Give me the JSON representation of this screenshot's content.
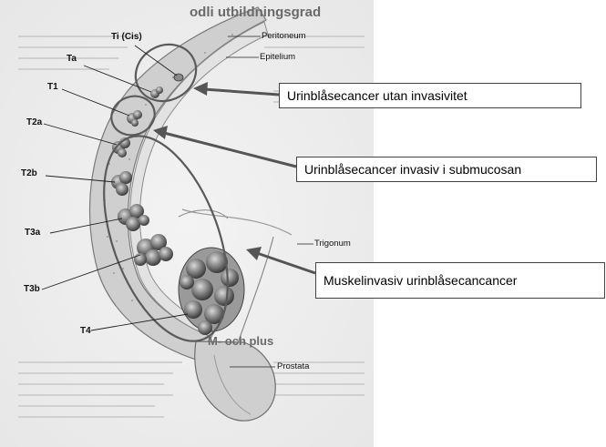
{
  "stage_labels": {
    "tis": "Ti (Cis)",
    "ta": "Ta",
    "t1": "T1",
    "t2a": "T2a",
    "t2b": "T2b",
    "t3a": "T3a",
    "t3b": "T3b",
    "t4": "T4"
  },
  "anatomy_labels": {
    "peritoneum": "Peritoneum",
    "epitelium": "Epitelium",
    "trigonum": "Trigonum",
    "prostata": "Prostata"
  },
  "callouts": {
    "non_invasive": "Urinblåsecancer utan invasivitet",
    "submucosa": "Urinblåsecancer invasiv i submucosan",
    "muscle_invasive": "Muskelinvasiv urinblåsecancancer"
  },
  "background_headings": {
    "top": "odli utbildningsgrad",
    "bottom": "M- och plus"
  },
  "colors": {
    "callout_line": "#555555",
    "ring": "#5a5a5a",
    "tumor": "#6e6e6e",
    "wall": "#bdbdbd"
  }
}
